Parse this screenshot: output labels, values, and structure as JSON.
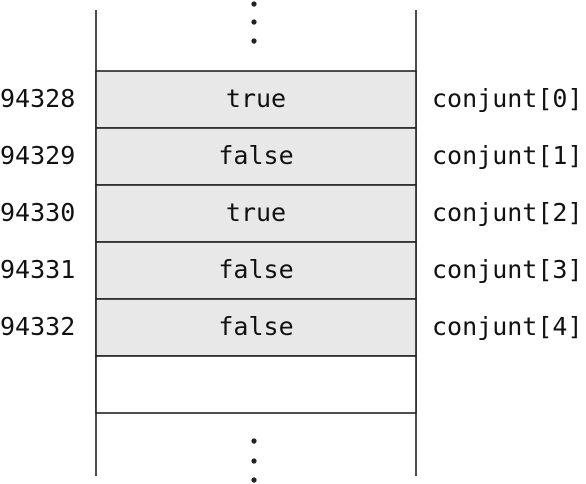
{
  "memory": {
    "cells": [
      {
        "address": "94328",
        "value": "true",
        "label": "conjunt[0]"
      },
      {
        "address": "94329",
        "value": "false",
        "label": "conjunt[1]"
      },
      {
        "address": "94330",
        "value": "true",
        "label": "conjunt[2]"
      },
      {
        "address": "94331",
        "value": "false",
        "label": "conjunt[3]"
      },
      {
        "address": "94332",
        "value": "false",
        "label": "conjunt[4]"
      }
    ],
    "colors": {
      "filled_cell": "#e8e8e8",
      "empty_cell": "#ffffff",
      "stroke": "#222222"
    }
  }
}
